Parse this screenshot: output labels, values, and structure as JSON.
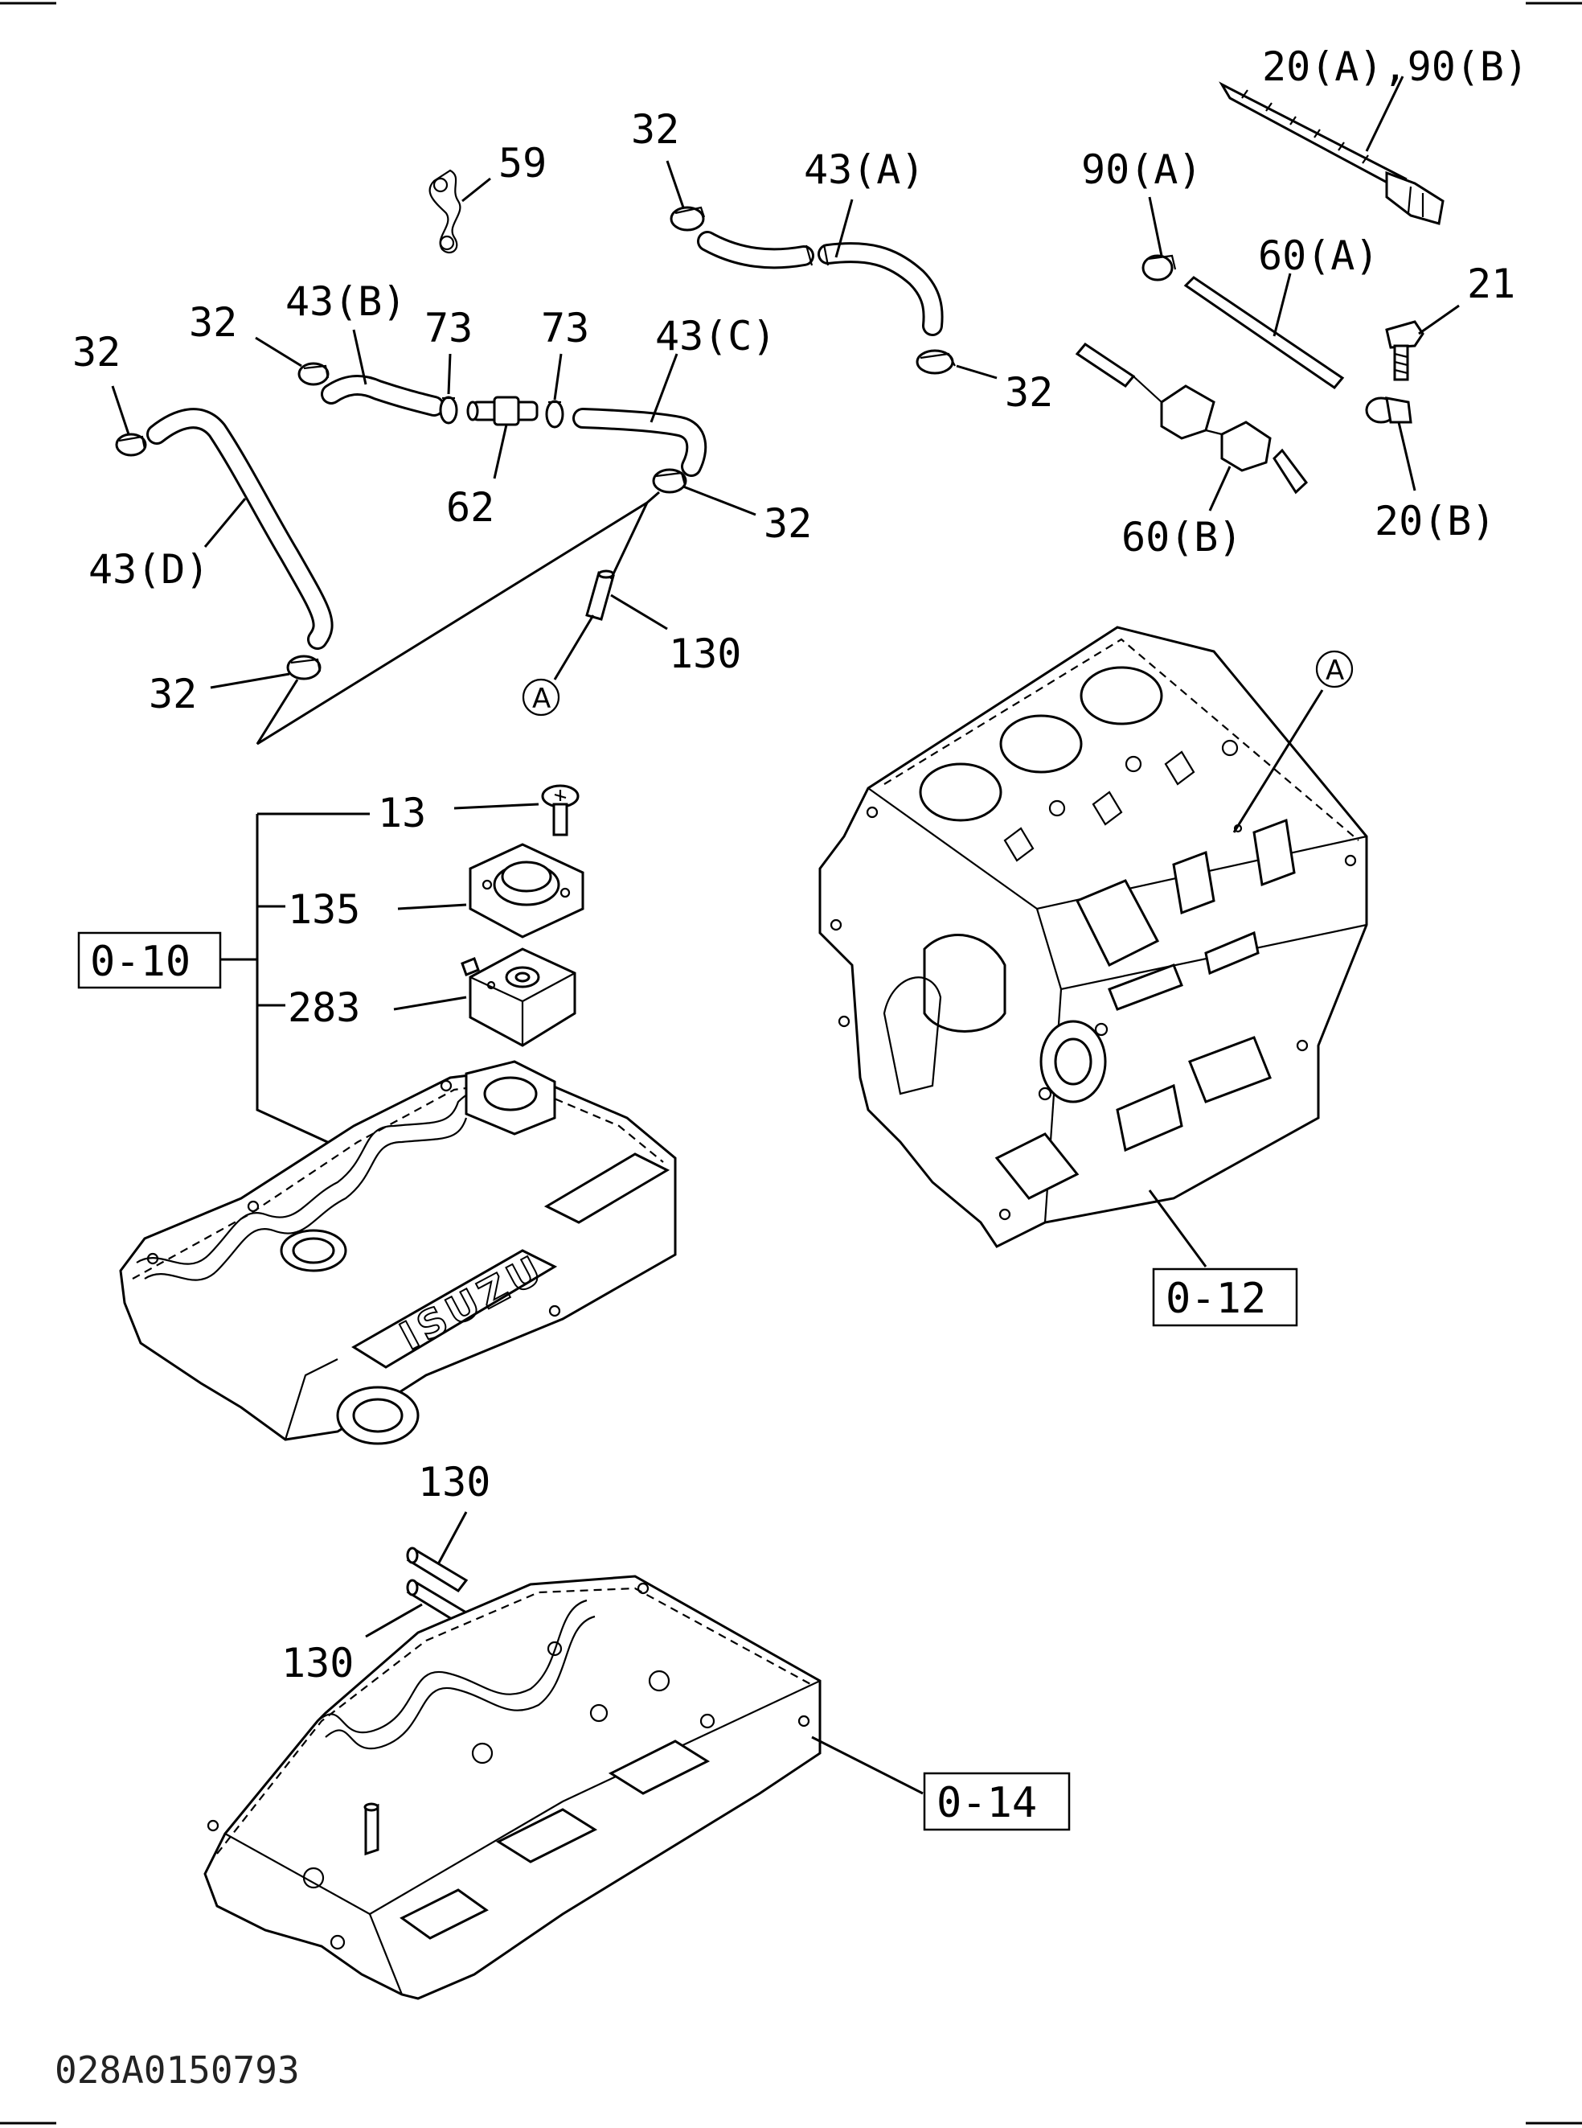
{
  "labels": {
    "p20a_90b": "20(A),90(B)",
    "p32_top": "32",
    "p43a": "43(A)",
    "p90a": "90(A)",
    "p60a": "60(A)",
    "p21": "21",
    "p59": "59",
    "p32_left2": "32",
    "p43b": "43(B)",
    "p73_a": "73",
    "p73_b": "73",
    "p43c": "43(C)",
    "p32_left": "32",
    "p32_right_a": "32",
    "p62": "62",
    "p32_mid": "32",
    "p20b": "20(B)",
    "p60b": "60(B)",
    "p43d": "43(D)",
    "p130_top": "130",
    "p32_bottom": "32",
    "circle_a_left": "A",
    "circle_a_right": "A",
    "p13": "13",
    "p135": "135",
    "p283": "283",
    "p130_low_a": "130",
    "p130_low_b": "130"
  },
  "refs": {
    "group_0_10": "0-10",
    "group_0_12": "0-12",
    "group_0_14": "0-14"
  },
  "drawing_code": "028A0150793"
}
